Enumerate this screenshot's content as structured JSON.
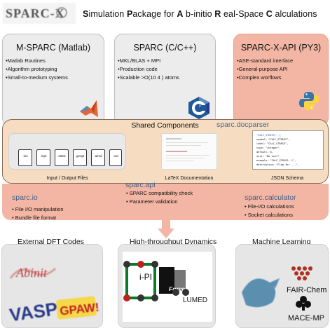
{
  "header": {
    "logo_text": "SPARC-X",
    "title_parts": [
      {
        "bold": "S",
        "rest": "imulation "
      },
      {
        "bold": "P",
        "rest": "ackage for "
      },
      {
        "bold": "A",
        "rest": " b-initio "
      },
      {
        "bold": "R",
        "rest": " eal-Space "
      },
      {
        "bold": "C",
        "rest": " alculations"
      }
    ]
  },
  "top_boxes": [
    {
      "title": "M-SPARC (Matlab)",
      "bullets": [
        "•Matlab Routines",
        "•Algorithm prototyping",
        "•Small-to-medium systems"
      ],
      "icon": "matlab-logo-icon"
    },
    {
      "title": "SPARC (C/C++)",
      "bullets": [
        "•MKL/BLAS + MPI",
        "•Production code",
        "•Scalable >O(10 4 ) atoms"
      ],
      "icon": "c-language-logo-icon"
    },
    {
      "title": "SPARC-X-API (PY3)",
      "bullets": [
        "•ASE-standard interface",
        "•General-purpose API",
        "•Complex worflows"
      ],
      "icon": "python-logo-icon"
    }
  ],
  "shared": {
    "title": "Shared Components",
    "docparser": "sparc.docparser",
    "file_extensions": [
      ".ion",
      ".inpt",
      ".static",
      ".geopt",
      ".aimd",
      ".out"
    ],
    "io_label": "Input / Output Files",
    "latex_label": "LaTeX Documentation",
    "json_label": "JSON Schema",
    "json_lines": [
      "\"CALC_STRESS\": {",
      "  symbol: \"CALC_STRESS\",",
      "  label: \"CALC_STRESS\",",
      "  type: \"integer\",",
      "  default: 0,",
      "  unit: \"No unit\",",
      "  example: \"CALC_STRESS: 1\",",
      "  description: \"Flag for ...\","
    ]
  },
  "modules": {
    "io": {
      "title": "sparc.io",
      "items": [
        "• File I/O manipulation",
        "• Bundle file format"
      ]
    },
    "api": {
      "title": "sparc.api",
      "items": [
        "• SPARC compatibility check",
        "• Parameter validation"
      ]
    },
    "calculator": {
      "title": "sparc.calculator",
      "items": [
        "• File-I/O calculations",
        "• Socket calculations"
      ]
    }
  },
  "bottom_boxes": {
    "external": {
      "title": "External DFT Codes",
      "logos": [
        "Abinit",
        "VASP",
        "GPAW!"
      ]
    },
    "highthroughput": {
      "title": "High-throughput Dynamics",
      "logos": [
        "i-PI",
        "Force Engine",
        "LUMED"
      ]
    },
    "ml": {
      "title": "Machine Learning",
      "logos": [
        "FAIR-Chem",
        "MACE-MP"
      ]
    }
  },
  "colors": {
    "grey_box": "#ececec",
    "salmon": "#f4b6a4",
    "shared_band": "#f6dcc1",
    "module_title": "#3f5f8a",
    "python_blue": "#3776ab",
    "python_yellow": "#ffd43b",
    "c_blue": "#1e5a99",
    "matlab_orange": "#e16737"
  }
}
